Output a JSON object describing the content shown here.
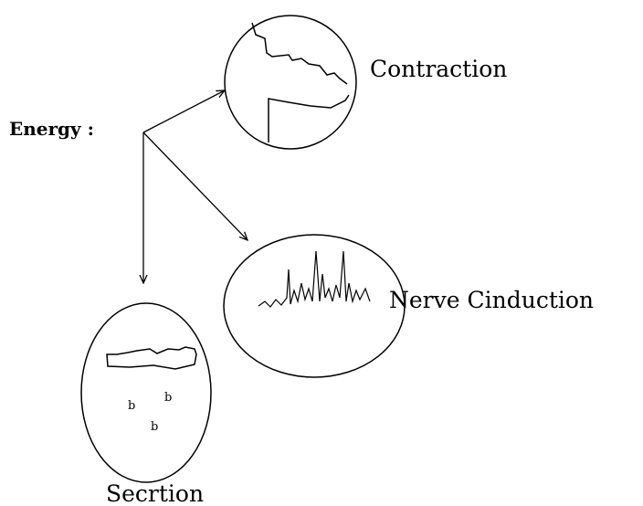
{
  "diagram": {
    "source_label": "Energy :",
    "targets": {
      "contraction": "Contraction",
      "nerve": "Nerve Cinduction",
      "secretion": "Secrtion"
    }
  },
  "colors": {
    "ink": "#000000",
    "background": "#ffffff"
  }
}
